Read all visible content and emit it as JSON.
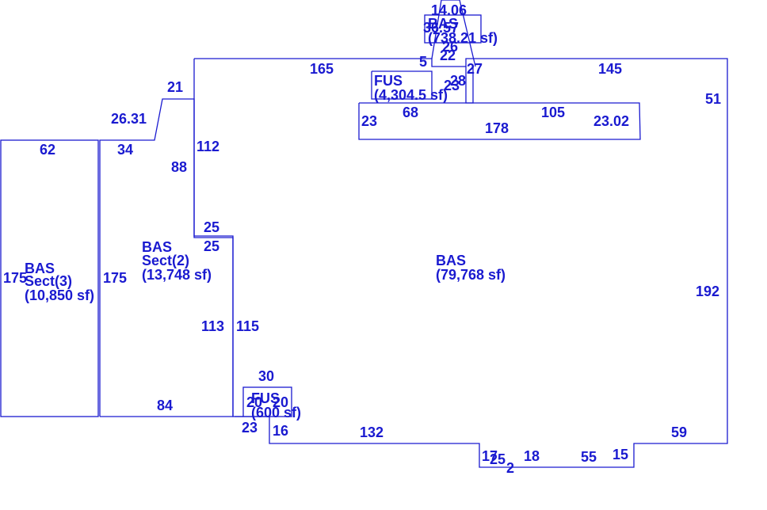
{
  "colors": {
    "ink": "#1a1ad0",
    "background": "#ffffff"
  },
  "areas": {
    "main": {
      "name": "BAS",
      "sf": "(79,768 sf)"
    },
    "sect2": {
      "name": "BAS",
      "sect": "Sect(2)",
      "sf": "(13,748 sf)"
    },
    "sect3": {
      "name": "BAS",
      "sect": "Sect(3)",
      "sf": "(10,850 sf)"
    },
    "fus_top": {
      "name": "FUS",
      "sf": "(4,304.5 sf)"
    },
    "fus_bottom": {
      "name": "FUS",
      "sf": "(600 sf)"
    },
    "bas_top": {
      "name": "BAS",
      "sf": "(738.21 sf)"
    }
  },
  "dims": {
    "d14_06": "14.06",
    "d36_57": "36.57",
    "d26": "26",
    "d22": "22",
    "d5": "5",
    "d27": "27",
    "d165": "165",
    "d145": "145",
    "d21": "21",
    "d26_31": "26.31",
    "d23_fus": "23",
    "d28": "28",
    "d68": "68",
    "d105": "105",
    "d23_left": "23",
    "d178": "178",
    "d23_02": "23.02",
    "d51": "51",
    "d62": "62",
    "d34": "34",
    "d112": "112",
    "d88": "88",
    "d25_a": "25",
    "d25_b": "25",
    "d175_left": "175",
    "d175_mid": "175",
    "d113": "113",
    "d115": "115",
    "d192": "192",
    "d30": "30",
    "d20": "20",
    "d20b": "20",
    "d84": "84",
    "d23_bot": "23",
    "d16": "16",
    "d132": "132",
    "d59": "59",
    "d17": "17",
    "d25_c": "25",
    "d2": "2",
    "d18": "18",
    "d55": "55",
    "d15": "15"
  }
}
